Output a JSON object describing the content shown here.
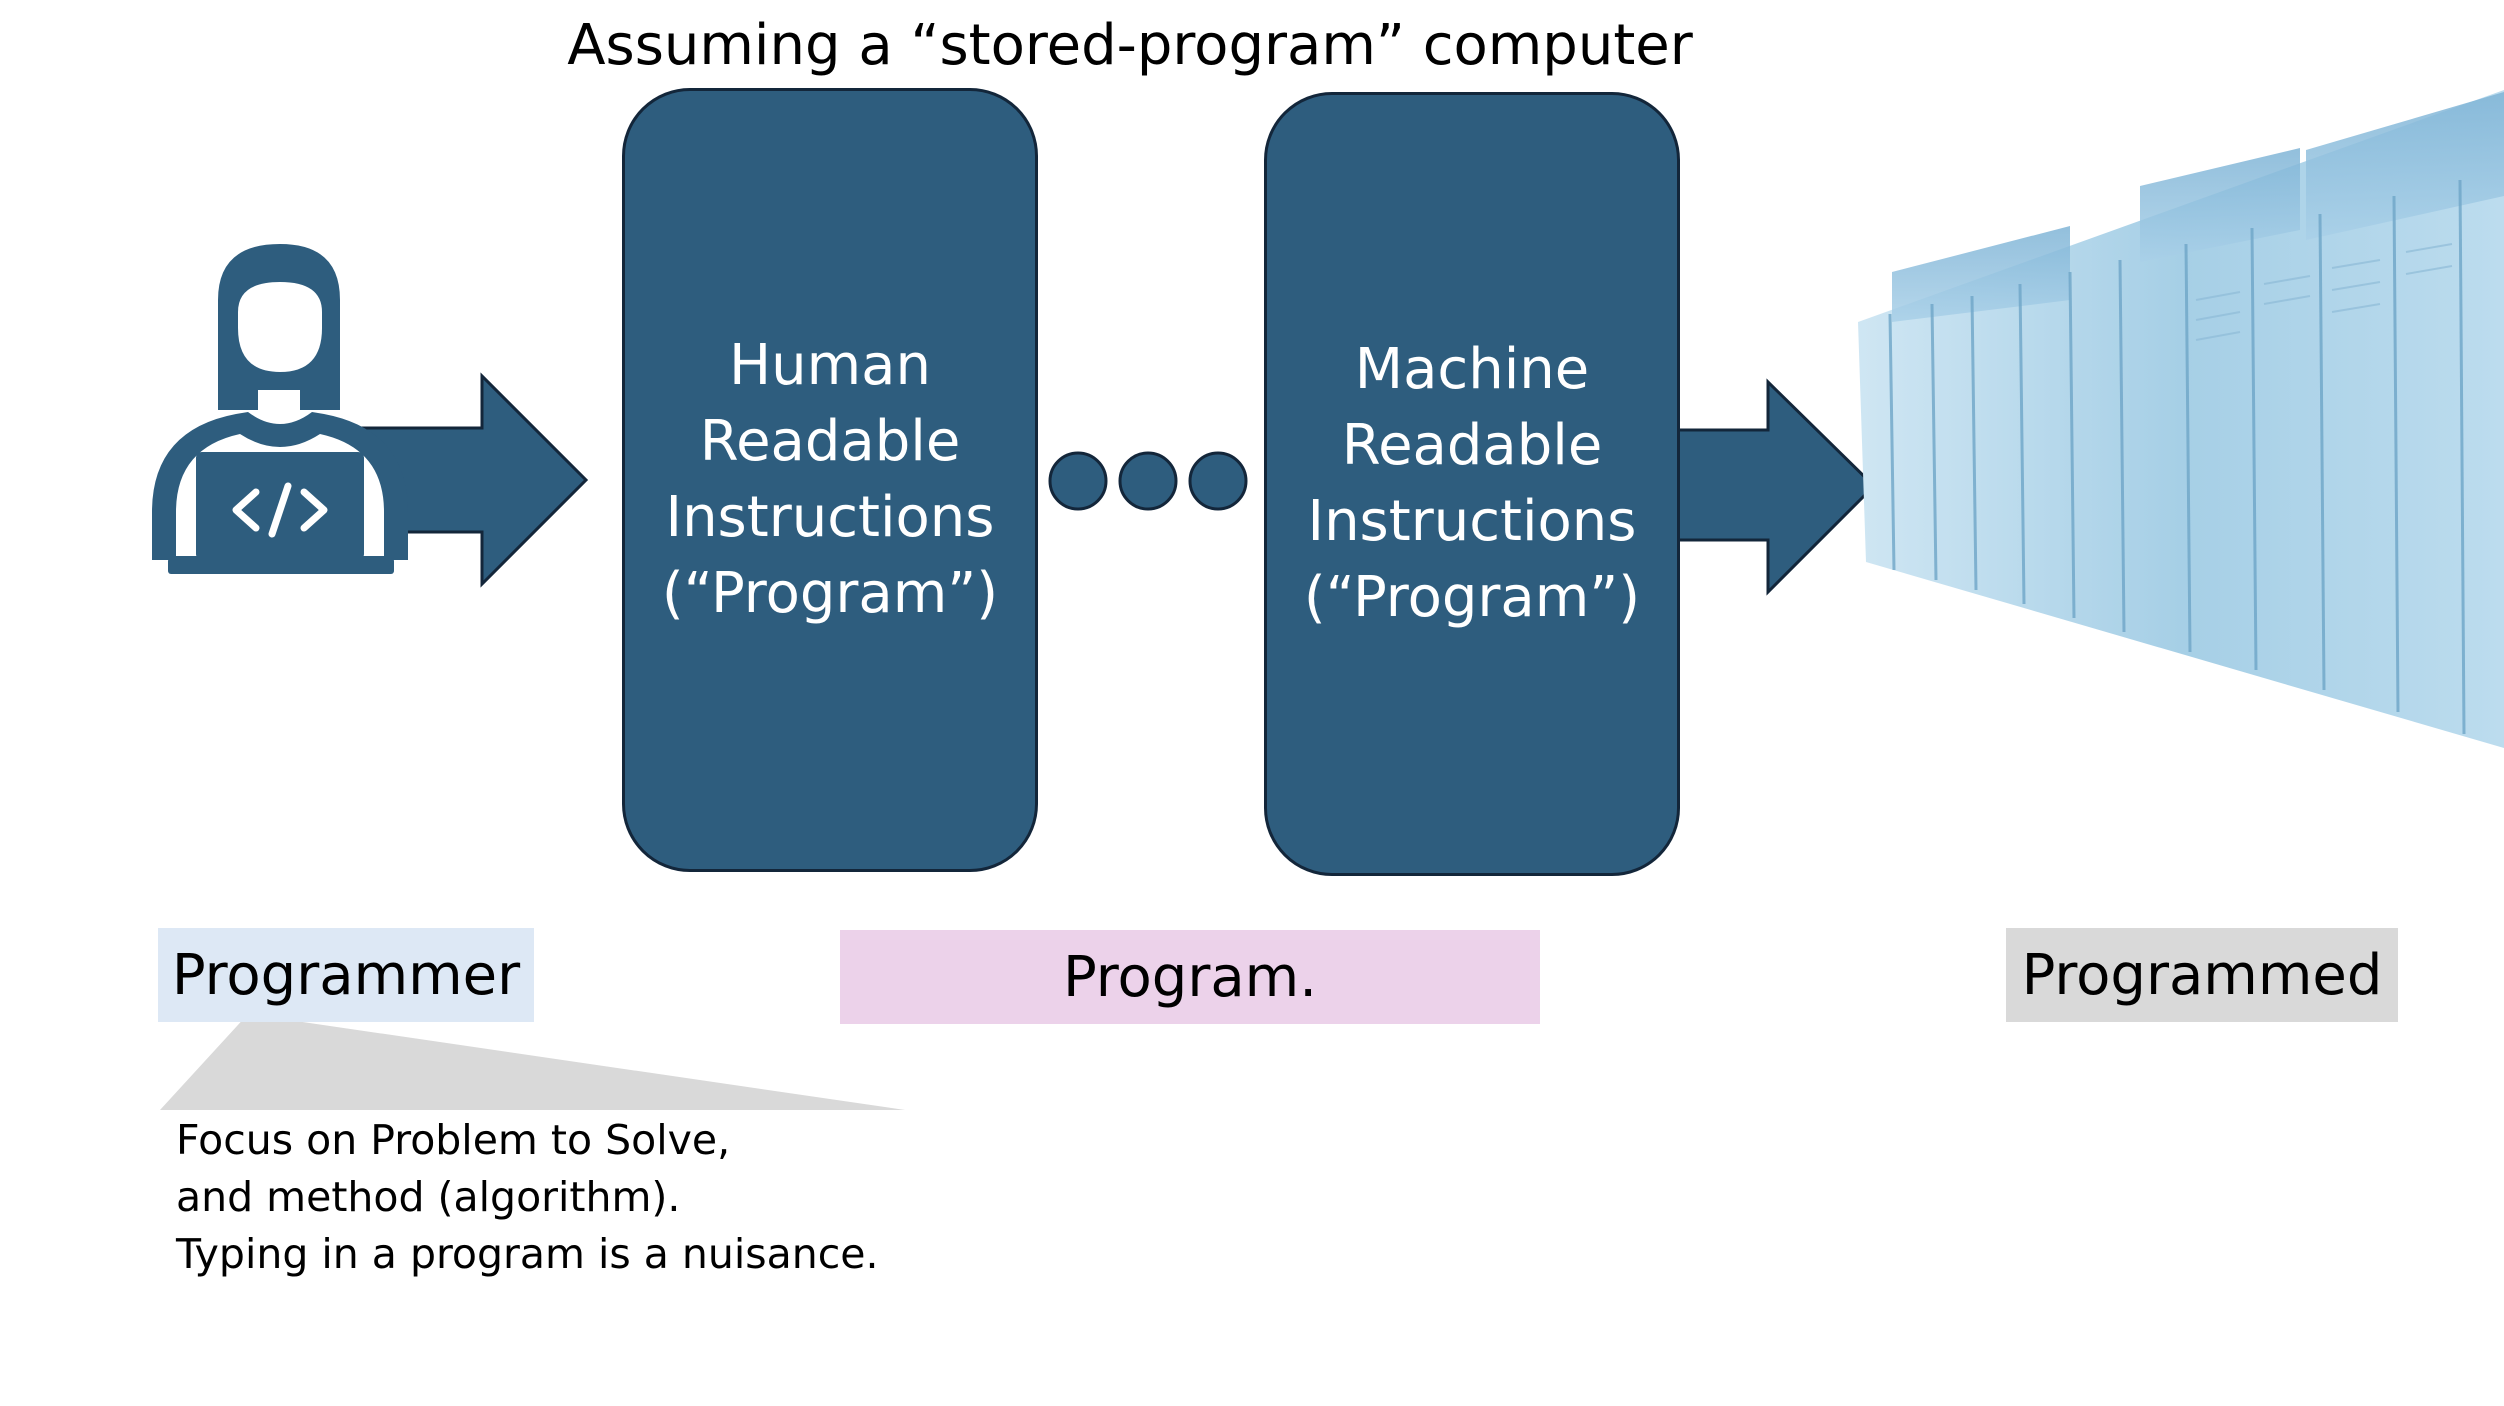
{
  "title": "Assuming a “stored-program” computer",
  "boxes": {
    "human": "Human\nReadable\nInstructions\n(“Program”)",
    "machine": "Machine\nReadable\nInstructions\n(“Program”)"
  },
  "labels": {
    "programmer": "Programmer",
    "program": "Program.",
    "programmed": "Programmed"
  },
  "note": [
    "Focus on Problem to Solve,",
    "and method (algorithm).",
    "Typing in a program is a nuisance."
  ],
  "icons": {
    "person": "programmer-with-laptop-icon",
    "code": "code-brackets-icon",
    "computer": "server-racks-illustration"
  },
  "colors": {
    "box_fill": "#2e5d7e",
    "box_border": "#13263a",
    "arrow": "#2e5d7e",
    "programmer_label_bg": "#dde8f5",
    "program_label_bg": "#ecd2ea",
    "programmed_label_bg": "#d9d9d9",
    "callout": "#d9d9d9",
    "server": "#a6cfe6"
  }
}
